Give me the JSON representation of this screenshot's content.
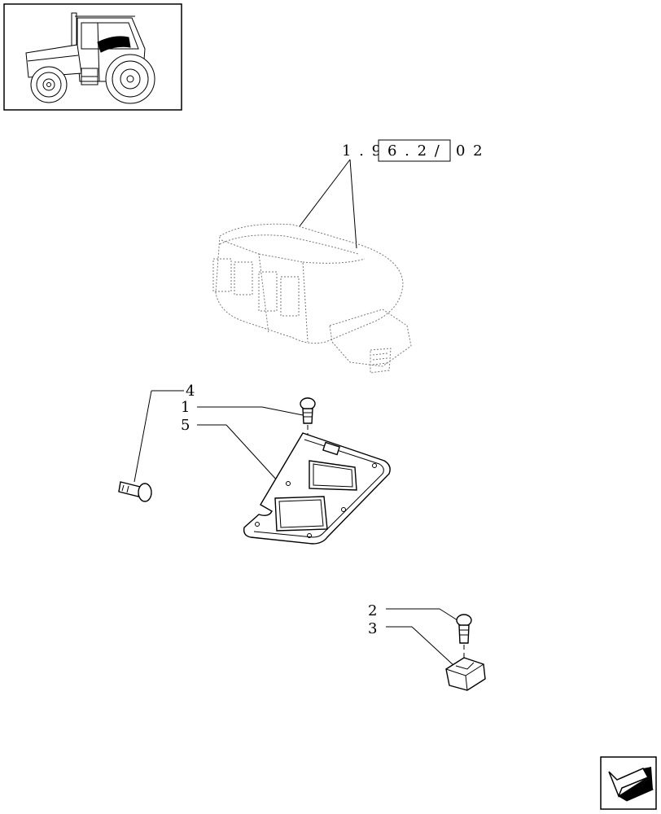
{
  "thumbnail": {
    "icon": "tractor-icon",
    "highlight_color": "#000000"
  },
  "reference": {
    "prefix": "1 . 9",
    "box": "6 . 2 /",
    "suffix": "0 2"
  },
  "callouts": [
    {
      "id": "4",
      "label": "4"
    },
    {
      "id": "1",
      "label": "1"
    },
    {
      "id": "5",
      "label": "5"
    },
    {
      "id": "2",
      "label": "2"
    },
    {
      "id": "3",
      "label": "3"
    }
  ],
  "nav": {
    "icon": "next-page-arrow-icon"
  }
}
